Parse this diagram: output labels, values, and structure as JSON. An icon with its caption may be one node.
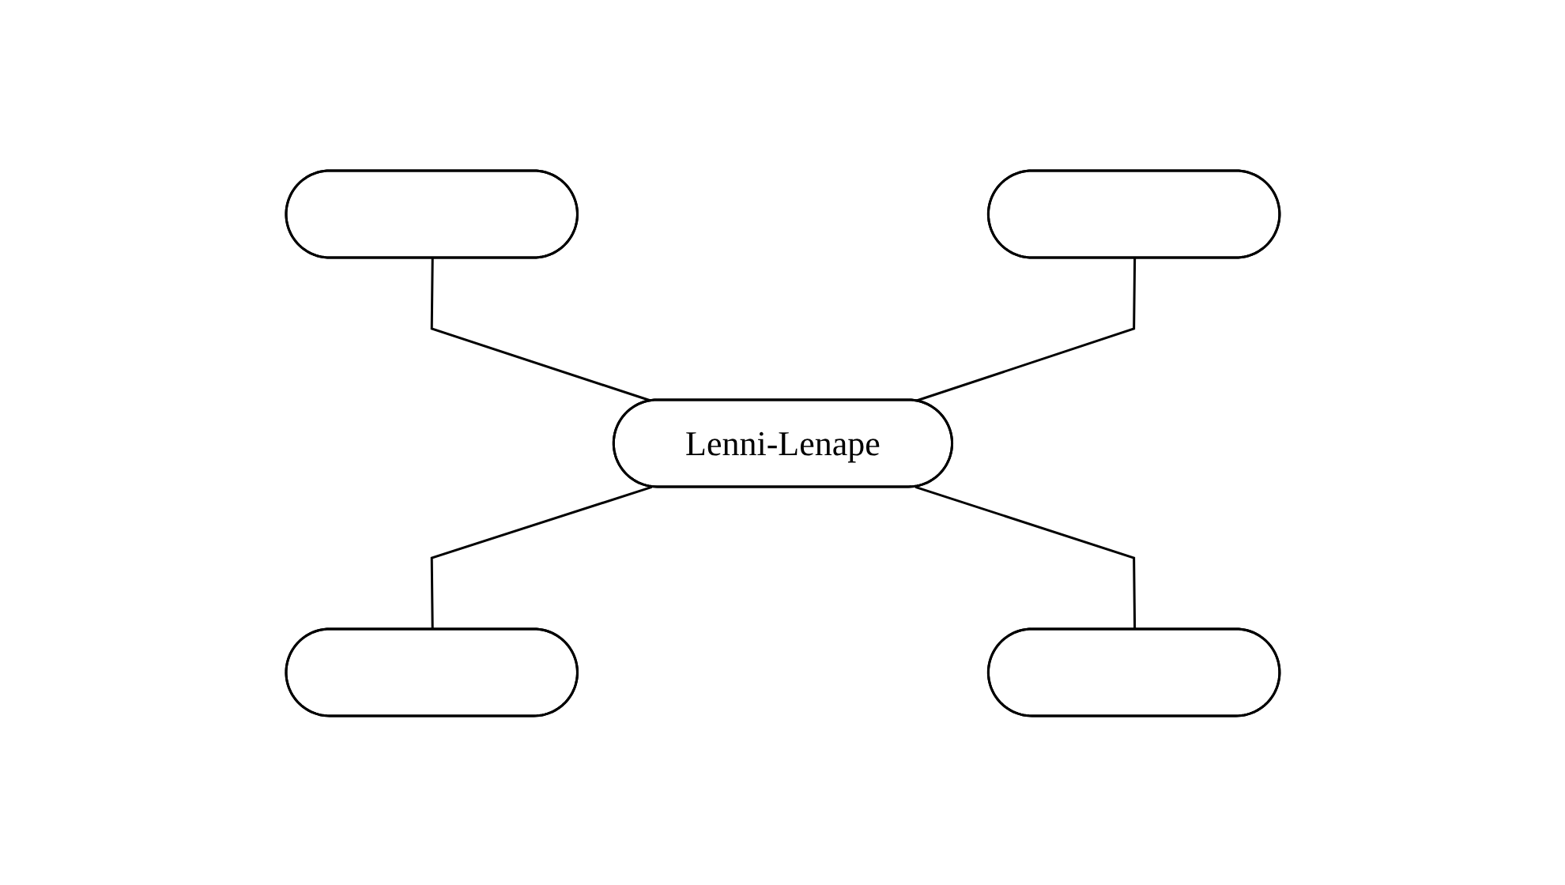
{
  "diagram": {
    "nodes": [
      {
        "text": [],
        "shape": "ellipse"
      },
      {
        "text": [],
        "shape": "ellipse"
      },
      {
        "text": [
          "Lenni-Lenape"
        ]
      },
      {
        "text": [],
        "shape": "ellipse"
      },
      {
        "text": [],
        "shape": "ellipse"
      }
    ],
    "edges": [
      {
        "from": 0,
        "to": 2,
        "arrow": "none"
      },
      {
        "from": 1,
        "to": 2,
        "arrow": "none"
      },
      {
        "from": 2,
        "to": 3,
        "arrow": "none"
      },
      {
        "from": 2,
        "to": 4,
        "arrow": "none"
      }
    ]
  }
}
